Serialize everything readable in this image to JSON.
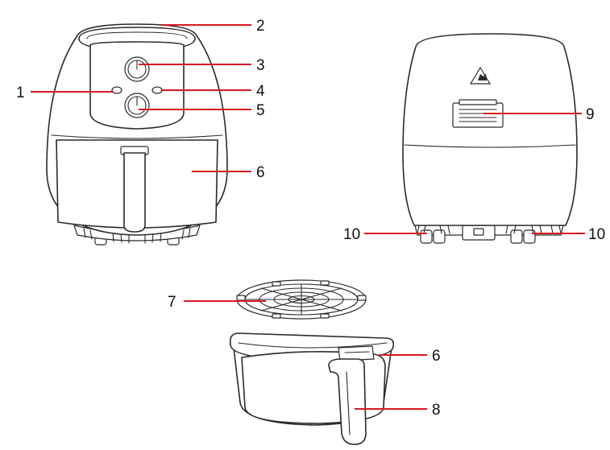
{
  "diagram": {
    "callouts": [
      {
        "id": "c1",
        "label": "1"
      },
      {
        "id": "c2",
        "label": "2"
      },
      {
        "id": "c3",
        "label": "3"
      },
      {
        "id": "c4",
        "label": "4"
      },
      {
        "id": "c5",
        "label": "5"
      },
      {
        "id": "c6a",
        "label": "6"
      },
      {
        "id": "c6b",
        "label": "6"
      },
      {
        "id": "c7",
        "label": "7"
      },
      {
        "id": "c8",
        "label": "8"
      },
      {
        "id": "c9",
        "label": "9"
      },
      {
        "id": "c10a",
        "label": "10"
      },
      {
        "id": "c10b",
        "label": "10"
      }
    ],
    "colors": {
      "leader": "#d71920",
      "outline": "#2a2a2a",
      "background": "#ffffff"
    }
  }
}
